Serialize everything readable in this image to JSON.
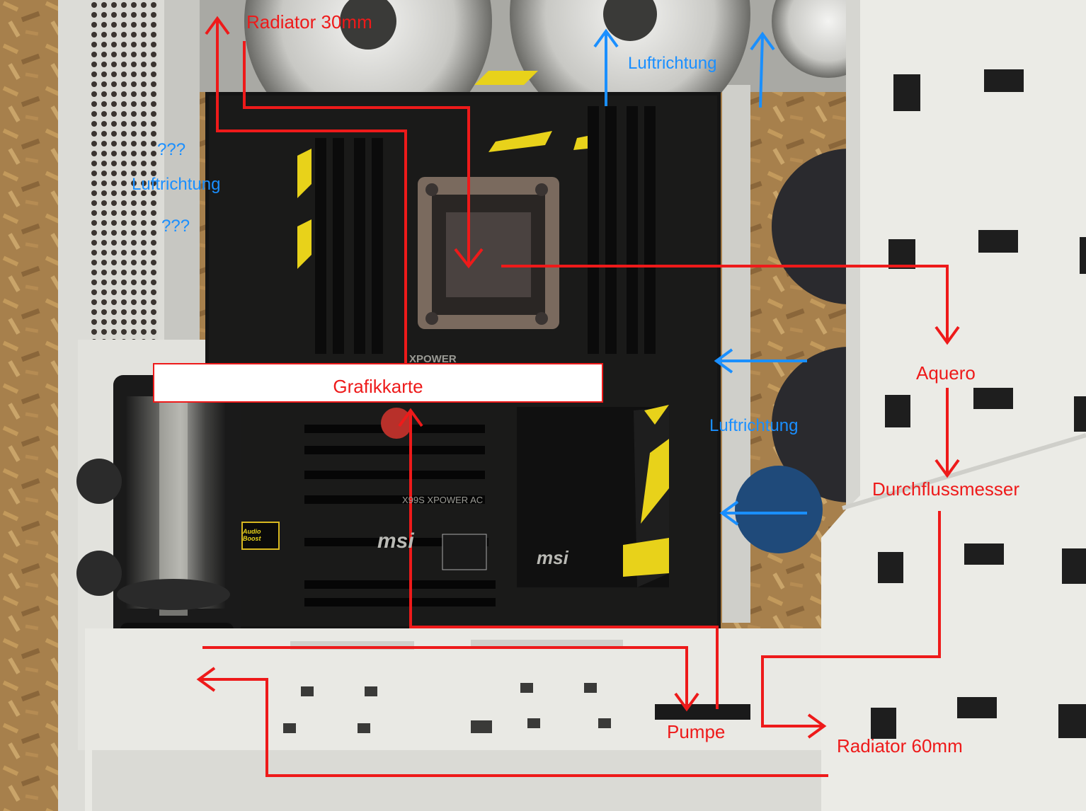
{
  "labels": {
    "radiator_top": "Radiator 30mm",
    "airflow_top": "Luftrichtung",
    "unknown_1": "???",
    "airflow_left": "Luftrichtung",
    "unknown_2": "???",
    "graphics_card": "Grafikkarte",
    "aquero": "Aquero",
    "airflow_right": "Luftrichtung",
    "flowmeter": "Durchflussmesser",
    "pump": "Pumpe",
    "radiator_bottom": "Radiator 60mm"
  },
  "board_text": {
    "brand_center": "msi",
    "brand_heatsink": "msi",
    "model": "X99S XPOWER AC",
    "model_top": "XPOWER",
    "audio": "Audio Boost"
  },
  "colors": {
    "loop_line": "#ee1a1a",
    "airflow_arrow": "#1a8fff",
    "case_white": "#e9e9e4",
    "board_black": "#141414",
    "accent_yellow": "#e8d21a",
    "wood": "#a7804c"
  }
}
